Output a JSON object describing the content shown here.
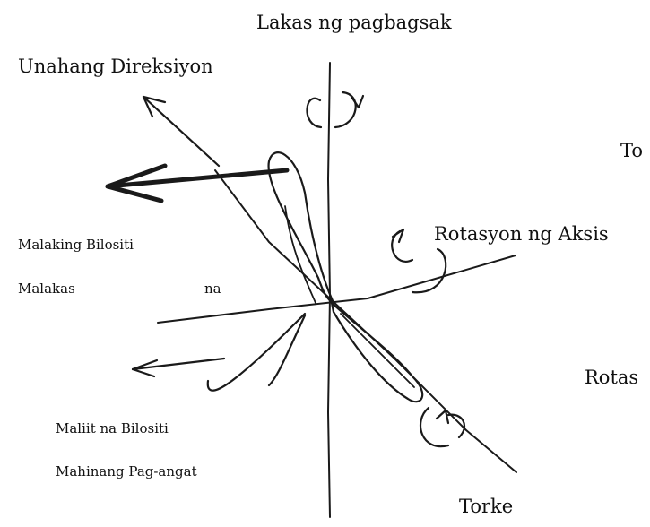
{
  "labels": {
    "top_axis": "Lakas ng pagbagsak",
    "forward_direction": "Unahang Direksiyon",
    "torque_right_cut": "To",
    "axis_rotation": "Rotasyon ng Aksis",
    "large_velocity": "Malaking Bilositi",
    "strong": "Malakas",
    "na": "na",
    "rotation_right_cut": "Rotas",
    "small_velocity": "Maliit na Bilositi",
    "weak_lift": "Mahinang Pag-angat",
    "torque_bottom": "Torke"
  },
  "colors": {
    "ink": "#1a1a1a",
    "background": "#ffffff"
  }
}
